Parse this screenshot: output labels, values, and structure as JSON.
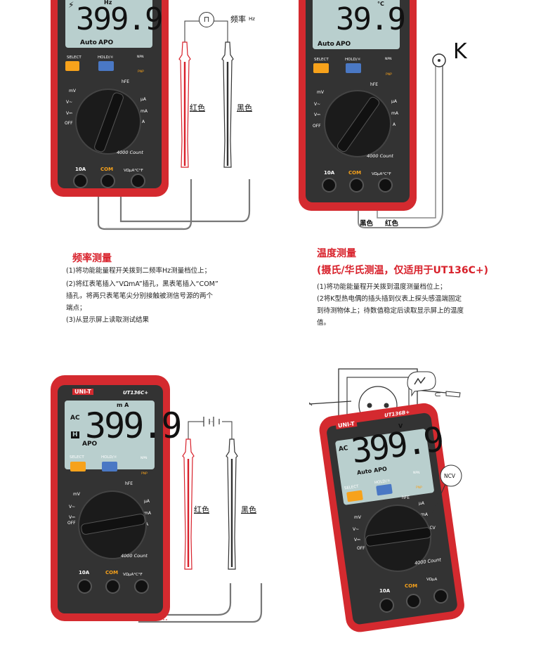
{
  "colors": {
    "accent": "#d8212b",
    "meter_body": "#d42a2f",
    "lcd": "#b9cfce",
    "select_btn": "#f7a21b",
    "hold_btn": "#4a78c4"
  },
  "sections": {
    "freq": {
      "title": "频率测量",
      "steps": [
        "(1)将功能能量程开关拨到二频率Hz测量档位上；",
        "(2)将红表笔插入“VΩmA”插孔，黑表笔插入“COM”",
        "插孔，将两只表笔笔尖分别接触被测信号源的两个",
        "端点；",
        "(3)从显示屏上读取测试结果"
      ]
    },
    "temp": {
      "title": "温度测量",
      "subtitle": "(摄氏/华氏测温，仅适用于UT136C+)",
      "steps": [
        "(1)将功能能量程开关拨到温度测量档位上；",
        "(2将K型热电偶的插头插到仪表上探头感温端固定",
        "到待测物体上；待数值稳定后读取显示屏上的温度",
        "值。"
      ]
    }
  },
  "labels": {
    "freq_wave": "频率",
    "freq_unit": "Hz",
    "red_lead": "红色",
    "black_lead": "黑色",
    "k_probe": "K",
    "temp_black": "黑色",
    "temp_red": "红色",
    "ncv": "NCV"
  },
  "meters": {
    "m1": {
      "reading": "399.9",
      "unit": "Hz",
      "auto": "Auto",
      "apo": "APO",
      "select": "SELECT",
      "hold": "HOLD/☼",
      "npn": "NPN",
      "pnp": "PNP",
      "hfe": "hFE",
      "count": "4000 Count",
      "port10a": "10A",
      "com": "COM",
      "vport": "VΩμA°C°F",
      "modes": [
        "mV",
        "V~",
        "V⎓",
        "OFF",
        "μA",
        "mA",
        "A"
      ]
    },
    "m2": {
      "reading": "39.9",
      "unit": "°C",
      "auto": "Auto",
      "apo": "APO",
      "select": "SELECT",
      "hold": "HOLD/☼",
      "npn": "NPN",
      "pnp": "PNP",
      "hfe": "hFE",
      "count": "4000 Count",
      "port10a": "10A",
      "com": "COM",
      "vport": "VΩμA°C°F",
      "modes": [
        "mV",
        "V~",
        "V⎓",
        "OFF",
        "μA",
        "mA",
        "A"
      ]
    },
    "m3": {
      "brand": "UNI-T",
      "model": "UT136C+",
      "reading": "399.9",
      "unit": "m A",
      "ac": "AC",
      "hold_ind": "H",
      "apo": "APO",
      "select": "SELECT",
      "hold": "HOLD/☼",
      "npn": "NPN",
      "pnp": "PNP",
      "hfe": "hFE",
      "count": "4000 Count",
      "port10a": "10A",
      "com": "COM",
      "vport": "VΩμA°C°F",
      "modes": [
        "mV",
        "V~",
        "V⎓",
        "OFF",
        "μA",
        "mA",
        "A"
      ]
    },
    "m4": {
      "brand": "UNI-T",
      "model": "UT136B+",
      "reading": "399.9",
      "unit": "V",
      "ac": "AC",
      "auto": "Auto",
      "apo": "APO",
      "select": "SELECT",
      "hold": "HOLD/☼",
      "npn": "NPN",
      "pnp": "PNP",
      "hfe": "hFE",
      "count": "4000 Count",
      "port10a": "10A",
      "com": "COM",
      "vport": "VΩμA",
      "modes": [
        "mV",
        "V~",
        "V⎓",
        "OFF",
        "μA",
        "mA",
        "A",
        "NCV"
      ]
    }
  }
}
